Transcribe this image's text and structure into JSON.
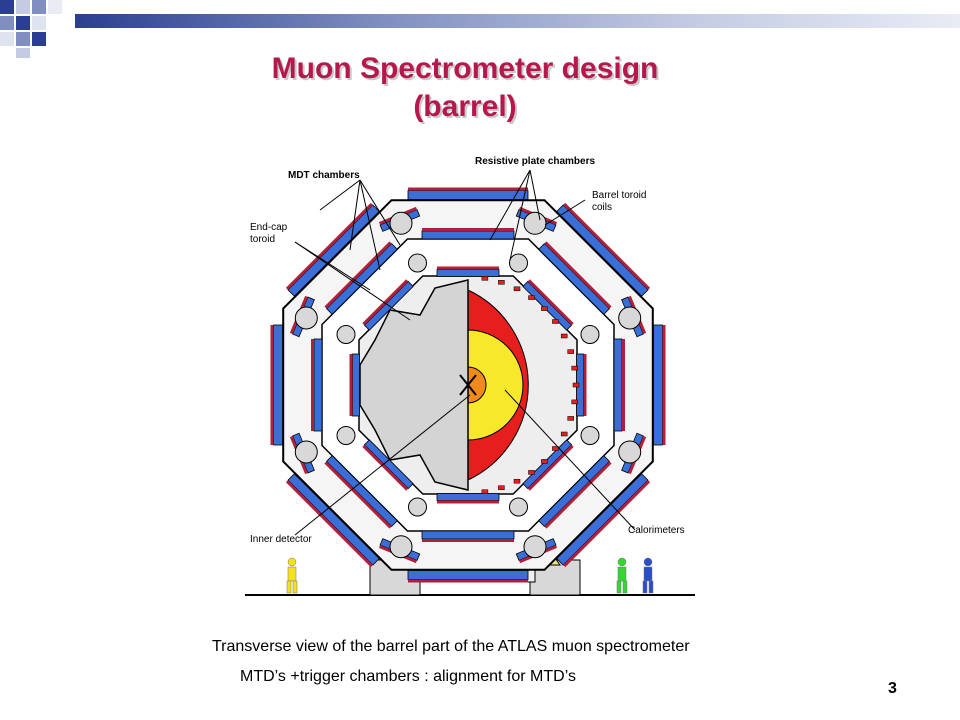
{
  "slide": {
    "title_line1": "Muon Spectrometer design",
    "title_line2": "(barrel)",
    "caption": "Transverse view of the barrel part of the ATLAS muon spectrometer",
    "subcaption": "MTD’s +trigger chambers : alignment for MTD’s",
    "page_number": "3"
  },
  "figure": {
    "labels": {
      "mdt": "MDT chambers",
      "rpc": "Resistive plate chambers",
      "btc1": "Barrel toroid",
      "btc2": "coils",
      "ect1": "End-cap",
      "ect2": "toroid",
      "inner": "Inner detector",
      "calo": "Calorimeters"
    }
  },
  "colors": {
    "title": "#b5194c",
    "accent_dark": "#2a3f8f",
    "chamber_blue": "#3a6fd8",
    "chamber_red": "#b0203a",
    "calorimeter_red": "#e61e1e",
    "calorimeter_yellow": "#f7e92a",
    "core_orange": "#f08a1c"
  }
}
